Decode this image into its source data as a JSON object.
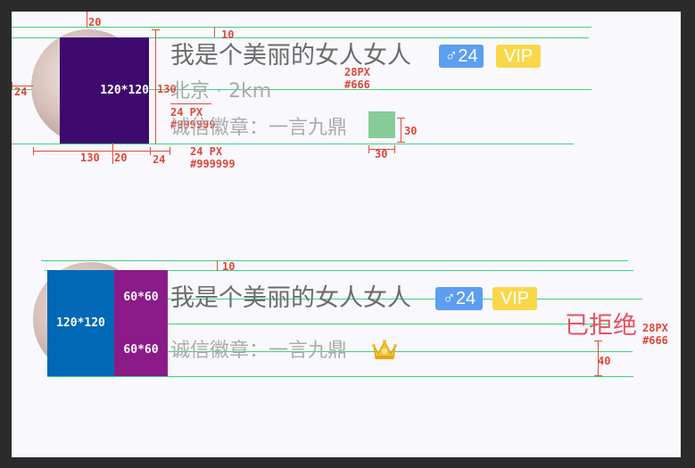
{
  "card1": {
    "name": "我是个美丽的女人女人",
    "gender_badge": "♂24",
    "vip_badge": "VIP",
    "location": "北京 · 2km",
    "credit": "诚信徽章：一言九鼎",
    "box_label": "120*120"
  },
  "card2": {
    "name": "我是个美丽的女人女人",
    "gender_badge": "♂24",
    "vip_badge": "VIP",
    "credit": "诚信徽章：一言九鼎",
    "box_label": "120*120",
    "small_box_top": "60*60",
    "small_box_bottom": "60*60",
    "status": "已拒绝"
  },
  "annotations": {
    "a20": "20",
    "a10_top": "10",
    "a24_left": "24",
    "a130_right": "130",
    "a28px": "28PX",
    "a666": "#666",
    "a24px_1": "24 PX",
    "a999_1": "#999999",
    "a30_right": "30",
    "a130_bottom": "130",
    "a20_bottom": "20",
    "a24_bottom": "24",
    "a24px_2": "24 PX",
    "a999_2": "#999999",
    "a30_bottom": "30",
    "a10_card2": "10",
    "a28px_2": "28PX",
    "a666_2": "#666",
    "a40": "40"
  },
  "colors": {
    "box_large_1": "#3e0a6e",
    "box_large_2": "#0068b6",
    "box_small": "#8b1b88",
    "status": "#e8505f",
    "badge_gender": "#5c9ef0",
    "badge_vip": "#f8d84a",
    "square": "#86cc99"
  },
  "icons": {
    "crown": "crown-icon"
  }
}
